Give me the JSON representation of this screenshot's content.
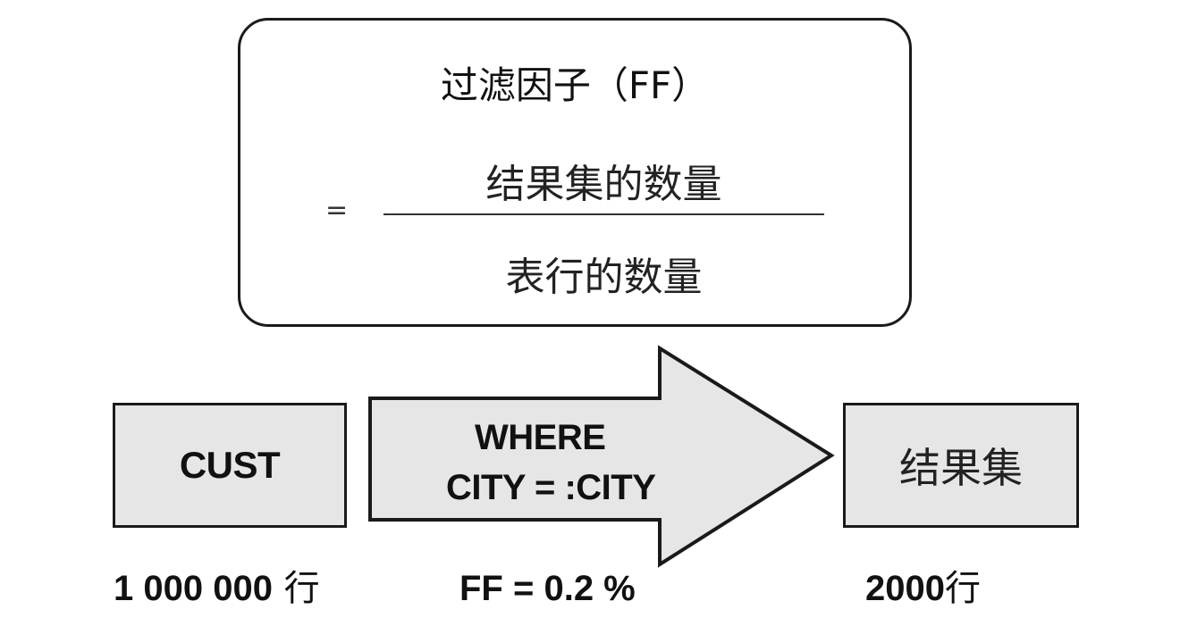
{
  "formula": {
    "title": "过滤因子（FF）",
    "equals": "=",
    "numerator": "结果集的数量",
    "denominator": "表行的数量"
  },
  "source_table": {
    "label": "CUST",
    "row_count": "1 000 000",
    "row_unit": "行"
  },
  "predicate": {
    "line1": "WHERE",
    "line2": "CITY = :CITY",
    "filter_factor": "FF = 0.2 %"
  },
  "result": {
    "label": "结果集",
    "row_count": "2000",
    "row_unit": "行"
  },
  "colors": {
    "box_fill": "#e6e6e6",
    "stroke": "#1a1a1a",
    "text": "#111111"
  }
}
